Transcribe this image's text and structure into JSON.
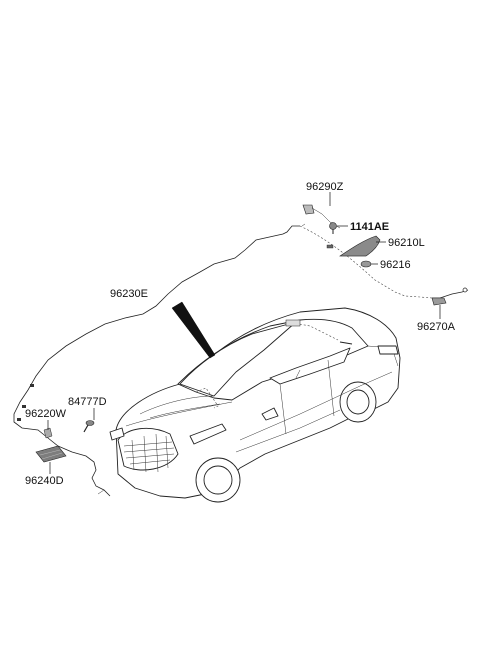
{
  "parts": [
    {
      "id": "p96290z",
      "number": "96290Z",
      "bold": false
    },
    {
      "id": "p1141ae",
      "number": "1141AE",
      "bold": true
    },
    {
      "id": "p96210l",
      "number": "96210L",
      "bold": false
    },
    {
      "id": "p96216",
      "number": "96216",
      "bold": false
    },
    {
      "id": "p96230e",
      "number": "96230E",
      "bold": false
    },
    {
      "id": "p96270a",
      "number": "96270A",
      "bold": false
    },
    {
      "id": "p84777d",
      "number": "84777D",
      "bold": false
    },
    {
      "id": "p96220w",
      "number": "96220W",
      "bold": false
    },
    {
      "id": "p96240d",
      "number": "96240D",
      "bold": false
    }
  ],
  "colors": {
    "line": "#222222",
    "fin": "#8a8a8a",
    "label": "#111111"
  }
}
